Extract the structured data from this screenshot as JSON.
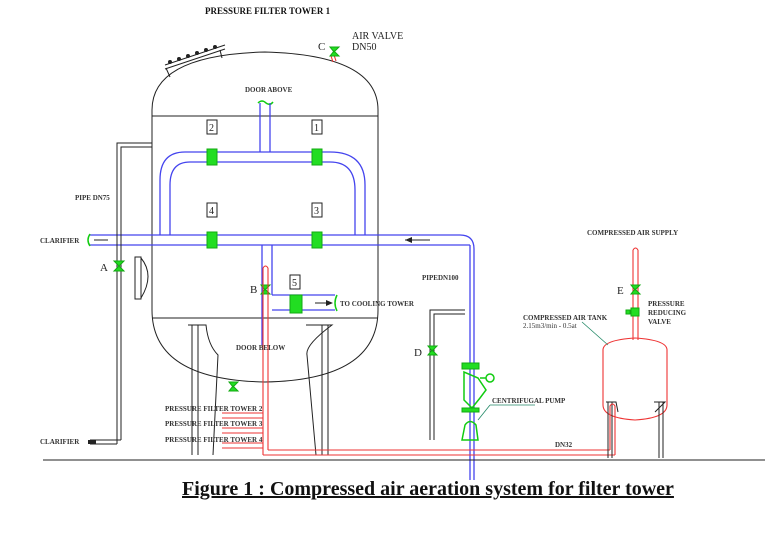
{
  "diagram": {
    "title": "PRESSURE FILTER TOWER 1",
    "caption": "Figure 1 : Compressed air aeration system for filter tower",
    "labels": {
      "air_valve_line1": "AIR VALVE",
      "air_valve_line2": "DN50",
      "door_above": "DOOR ABOVE",
      "door_below": "DOOR BELOW",
      "pipe_dn75": "PIPE DN75",
      "clarifier_top": "CLARIFIER",
      "clarifier_bottom": "CLARIFIER",
      "to_cooling_tower": "TO COOLING TOWER",
      "pipe_dn100": "PIPEDN100",
      "compressed_air_supply": "COMPRESSED AIR SUPPLY",
      "pressure_reducing_line1": "PRESSURE",
      "pressure_reducing_line2": "REDUCING",
      "pressure_reducing_line3": "VALVE",
      "air_tank_line1": "COMPRESSED AIR TANK",
      "air_tank_line2": "2.15m3/min - 0.5at",
      "centrifugal_pump": "CENTRIFUGAL PUMP",
      "dn32": "DN32",
      "tower2": "PRESSURE FILTER TOWER 2",
      "tower3": "PRESSURE FILTER TOWER 3",
      "tower4": "PRESSURE FILTER TOWER 4"
    },
    "valve_letters": [
      "A",
      "B",
      "C",
      "D",
      "E"
    ],
    "valve_numbers": [
      "1",
      "2",
      "3",
      "4",
      "5"
    ],
    "colors": {
      "water_pipe": "#4444ee",
      "air_pipe": "#ee3333",
      "valve": "#22dd22",
      "structure": "#222222"
    }
  }
}
